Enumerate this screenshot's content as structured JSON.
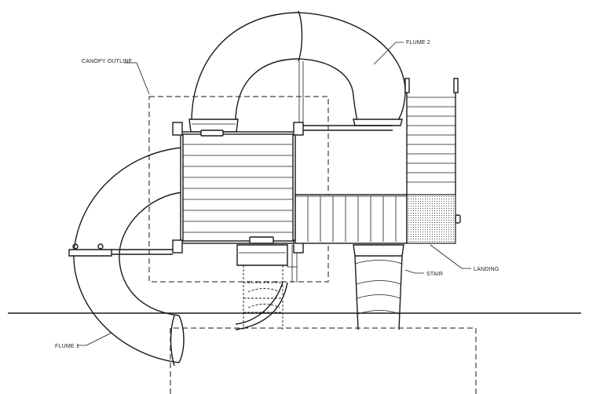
{
  "labels": {
    "canopy_outline": "CANOPY OUTLINE",
    "flume_2": "FLUME 2",
    "flume_1": "FLUME 1",
    "stair": "STAIR",
    "landing": "LANDING"
  }
}
